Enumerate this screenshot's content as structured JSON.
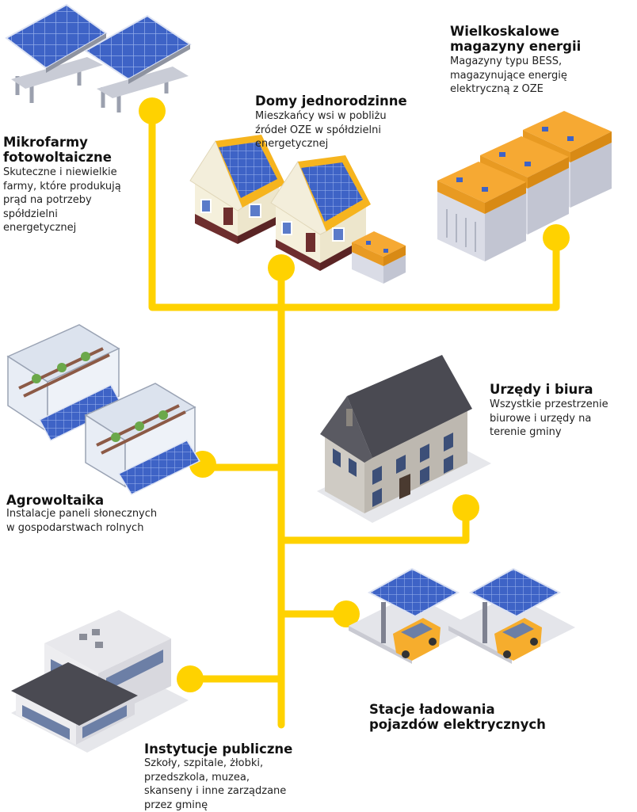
{
  "colors": {
    "connector": "#FFD200",
    "solar_panel": "#3E63C6",
    "battery_body": "#DADCE6",
    "battery_top": "#F6A933",
    "roof_dark": "#4A4A52",
    "car": "#F6AD2D",
    "house_wall": "#F5F0DC",
    "house_trim": "#6E2E2E"
  },
  "nodes": {
    "mikrofarmy": {
      "title": [
        "Mikrofarmy",
        "fotowoltaiczne"
      ],
      "description": [
        "Skuteczne i niewielkie",
        "farmy, które produkują",
        "prąd na potrzeby",
        "spółdzielni",
        "energetycznej"
      ],
      "icon": "solar-farm-icon"
    },
    "domy": {
      "title": [
        "Domy jednorodzinne"
      ],
      "description": [
        "Mieszkańcy wsi w pobliżu",
        "źródeł OZE w spółdzielni",
        "energetycznej"
      ],
      "icon": "houses-icon"
    },
    "magazyny": {
      "title": [
        "Wielkoskalowe",
        "magazyny energii"
      ],
      "description": [
        "Magazyny typu BESS,",
        "magazynujące energię",
        "elektryczną z OZE"
      ],
      "icon": "battery-storage-icon"
    },
    "agrowoltaika": {
      "title": [
        "Agrowoltaika"
      ],
      "description": [
        "Instalacje paneli słonecznych",
        "w gospodarstwach rolnych"
      ],
      "icon": "greenhouse-icon"
    },
    "urzedy": {
      "title": [
        "Urzędy i biura"
      ],
      "description": [
        "Wszystkie przestrzenie",
        "biurowe i urzędy na",
        "terenie gminy"
      ],
      "icon": "office-building-icon"
    },
    "stacje": {
      "title": [
        "Stacje ładowania",
        "pojazdów elektrycznych"
      ],
      "description": [],
      "icon": "ev-charging-icon"
    },
    "instytucje": {
      "title": [
        "Instytucje publiczne"
      ],
      "description": [
        "Szkoły, szpitale, żłobki,",
        "przedszkola, muzea,",
        "skanseny i inne zarządzane",
        "przez gminę"
      ],
      "icon": "public-building-icon"
    }
  }
}
